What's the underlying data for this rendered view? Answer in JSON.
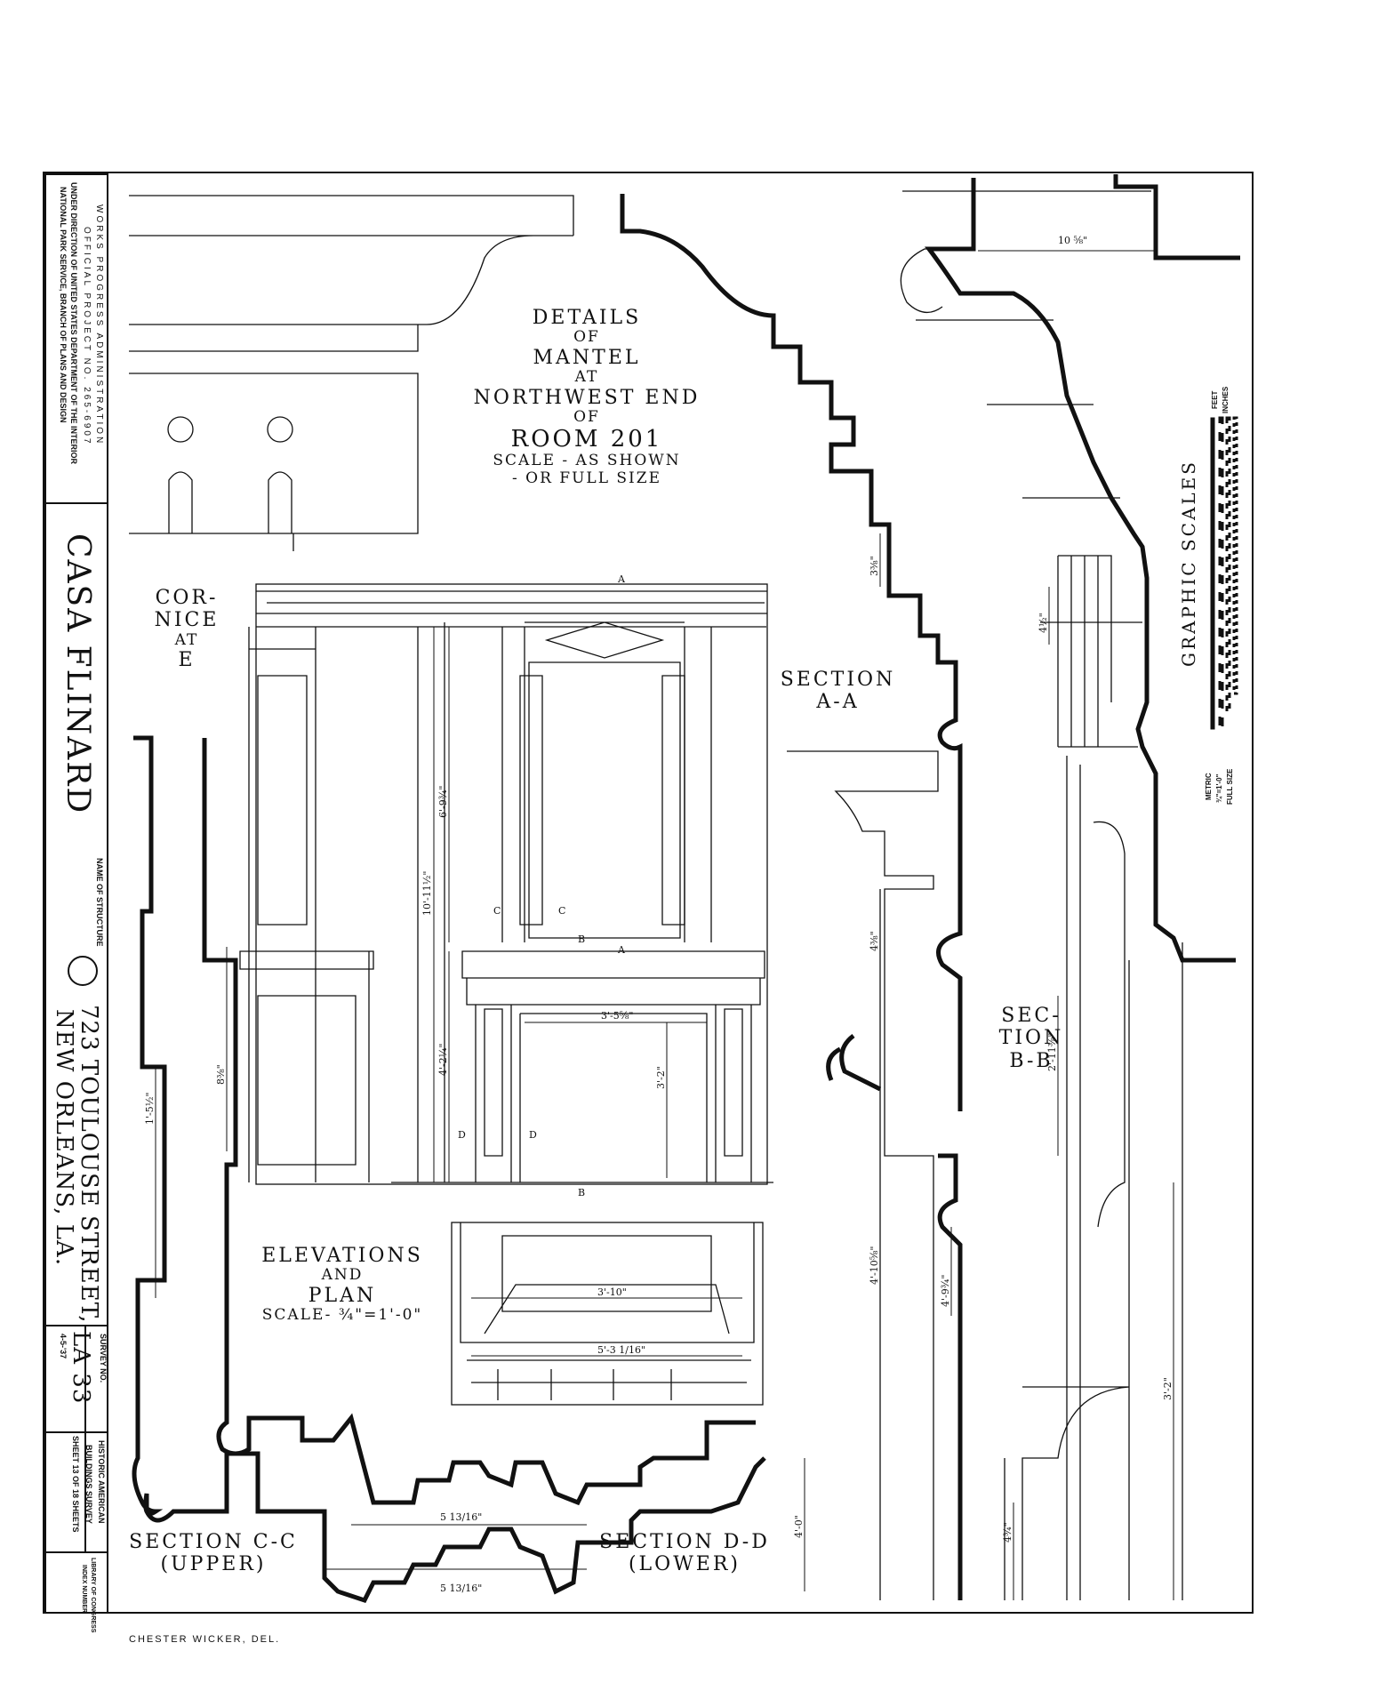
{
  "title_block": {
    "agency_line1": "WORKS PROGRESS ADMINISTRATION",
    "agency_line2": "OFFICIAL PROJECT NO. 265-6907",
    "agency_line3": "UNDER DIRECTION OF UNITED STATES DEPARTMENT OF THE INTERIOR",
    "agency_line4": "NATIONAL PARK SERVICE, BRANCH OF PLANS AND DESIGN",
    "structure_name": "CASA FLINARD",
    "name_of_structure_label": "NAME OF STRUCTURE",
    "address_line1": "723 TOULOUSE STREET,",
    "address_line2": "NEW ORLEANS, LA.",
    "survey_no_label": "SURVEY NO.",
    "survey_no": "LA 33",
    "date": "4-5-'37",
    "survey_name_line1": "HISTORIC AMERICAN",
    "survey_name_line2": "BUILDINGS SURVEY",
    "sheet": "SHEET 13 OF 18 SHEETS",
    "index_line1": "LIBRARY OF CONGRESS",
    "index_line2": "INDEX NUMBER"
  },
  "drawing": {
    "title_lines": [
      "DETAILS",
      "OF",
      "MANTEL",
      "AT",
      "NORTHWEST END",
      "OF",
      "ROOM 201",
      "SCALE - AS SHOWN",
      "- OR FULL SIZE"
    ],
    "cornice_label": [
      "COR-",
      "NICE",
      "AT",
      "E"
    ],
    "section_aa": [
      "SECTION",
      "A-A"
    ],
    "section_bb": [
      "SEC-",
      "TION",
      "B-B"
    ],
    "elevations_label": [
      "ELEVATIONS",
      "AND",
      "PLAN",
      "SCALE- ¾\"=1'-0\""
    ],
    "section_cc": [
      "SECTION C-C",
      "(UPPER)"
    ],
    "section_dd": [
      "SECTION D-D",
      "(LOWER)"
    ],
    "graphic_scales": "GRAPHIC SCALES",
    "graphic_scales_metric": "METRIC",
    "graphic_scales_ratio": "¾\"=1'-0\"",
    "graphic_scales_full": "FULL SIZE",
    "graphic_scales_feet": "FEET",
    "graphic_scales_inches": "INCHES",
    "delineator": "CHESTER WICKER, DEL."
  },
  "dimensions": {
    "d_10_5_8": "10 ⅝\"",
    "d_3_3_8": "3⅜\"",
    "d_4_1_2": "4½\"",
    "d_6_9_3_4": "6'-9¾\"",
    "d_10_11_1_2": "10'-11½\"",
    "d_4_2_1_4": "4'-2¼\"",
    "d_3_5_5_8": "3'-5⅝\"",
    "d_3_2": "3'-2\"",
    "d_8_3_8": "8⅜\"",
    "d_1_5_1_2": "1'-5½\"",
    "d_4_3_8": "4⅜\"",
    "d_2_11_3_8": "2'-11⅜\"",
    "d_4_10_5_8": "4'-10⅝\"",
    "d_4_9_3_4": "4'-9¾\"",
    "d_3_10": "3'-10\"",
    "d_5_3_1_16": "5'-3 1/16\"",
    "d_5_13_16_a": "5 13/16\"",
    "d_5_13_16_b": "5 13/16\"",
    "d_3_2_b": "3'-2\"",
    "d_4_0": "4'-0\"",
    "d_4_3_4": "4¾\"",
    "tag_a": "A",
    "tag_b": "B",
    "tag_c": "C",
    "tag_d": "D"
  }
}
